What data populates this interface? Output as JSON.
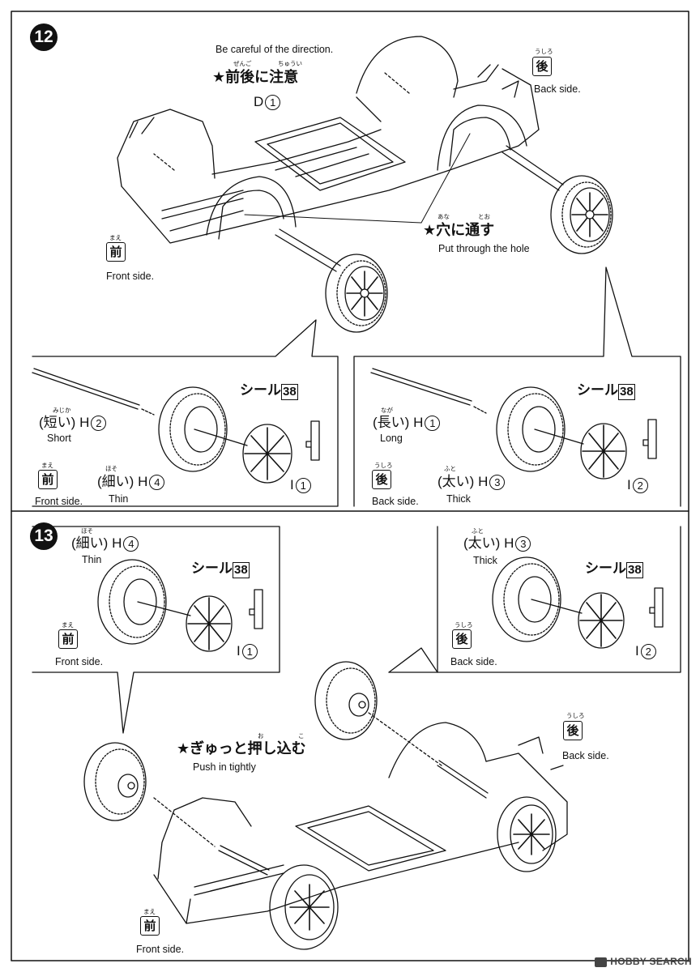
{
  "step12": {
    "number": "12",
    "caution_en": "Be careful of the direction.",
    "caution_ruby_a": "ぜんご",
    "caution_ruby_b": "ちゅうい",
    "caution_jp": "★前後に注意",
    "part_d": "D",
    "part_d_num": "1",
    "back_kanji_ruby": "うしろ",
    "back_kanji": "後",
    "back_en": "Back side.",
    "front_kanji_ruby": "まえ",
    "front_kanji": "前",
    "front_en": "Front side.",
    "hole_ruby_a": "あな",
    "hole_ruby_b": "とお",
    "hole_jp": "★穴に通す",
    "hole_en": "Put through the hole",
    "left_panel": {
      "seal_label": "シール",
      "seal_num": "38",
      "short_ruby": "みじか",
      "short_jp": "(短い)",
      "short_part": "H",
      "short_num": "2",
      "short_en": "Short",
      "front_ruby": "まえ",
      "front_kanji": "前",
      "front_en": "Front side.",
      "thin_ruby": "ほそ",
      "thin_jp": "(細い)",
      "thin_part": "H",
      "thin_num": "4",
      "thin_en": "Thin",
      "wheel_part": "I",
      "wheel_num": "1"
    },
    "right_panel": {
      "seal_label": "シール",
      "seal_num": "38",
      "long_ruby": "なが",
      "long_jp": "(長い)",
      "long_part": "H",
      "long_num": "1",
      "long_en": "Long",
      "back_ruby": "うしろ",
      "back_kanji": "後",
      "back_en": "Back side.",
      "thick_ruby": "ふと",
      "thick_jp": "(太い)",
      "thick_part": "H",
      "thick_num": "3",
      "thick_en": "Thick",
      "wheel_part": "I",
      "wheel_num": "2"
    }
  },
  "step13": {
    "number": "13",
    "left_panel": {
      "thin_ruby": "ほそ",
      "thin_jp": "(細い)",
      "thin_part": "H",
      "thin_num": "4",
      "thin_en": "Thin",
      "seal_label": "シール",
      "seal_num": "38",
      "front_ruby": "まえ",
      "front_kanji": "前",
      "front_en": "Front side.",
      "wheel_part": "I",
      "wheel_num": "1"
    },
    "right_panel": {
      "thick_ruby": "ふと",
      "thick_jp": "(太い)",
      "thick_part": "H",
      "thick_num": "3",
      "thick_en": "Thick",
      "seal_label": "シール",
      "seal_num": "38",
      "back_ruby": "うしろ",
      "back_kanji": "後",
      "back_en": "Back side.",
      "wheel_part": "I",
      "wheel_num": "2"
    },
    "push_ruby_a": "お",
    "push_ruby_b": "こ",
    "push_jp": "★ぎゅっと押し込む",
    "push_en": "Push in tightly",
    "back_ruby": "うしろ",
    "back_kanji": "後",
    "back_en": "Back side.",
    "front_ruby": "まえ",
    "front_kanji": "前",
    "front_en": "Front side."
  },
  "watermark": "HOBBY SEARCH"
}
